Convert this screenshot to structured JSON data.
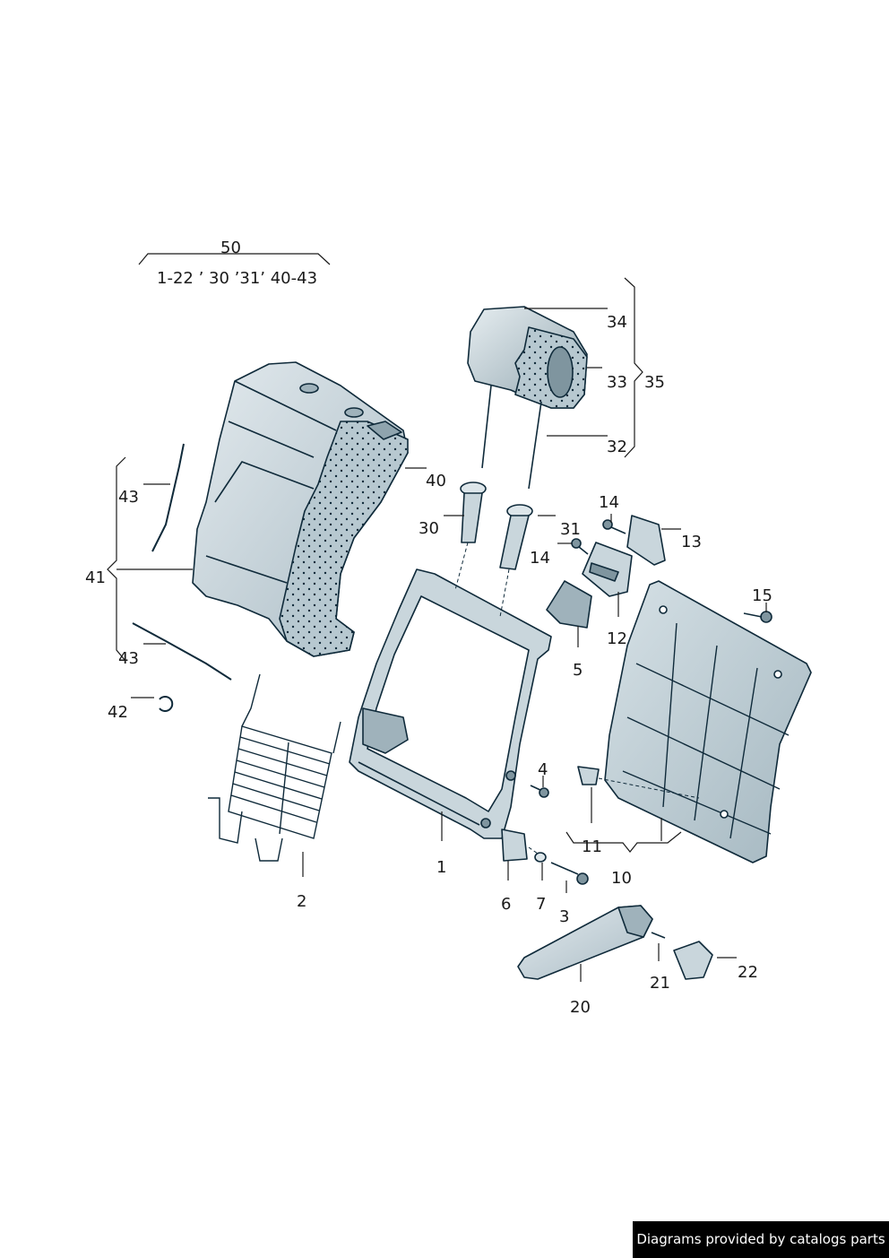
{
  "callouts": {
    "c50": "50",
    "c50_range": "1-22  ’ 30 ’31’ 40-43",
    "c34": "34",
    "c33": "33",
    "c35": "35",
    "c32": "32",
    "c40": "40",
    "c43a": "43",
    "c41": "41",
    "c43b": "43",
    "c42": "42",
    "c30": "30",
    "c31": "31",
    "c14a": "14",
    "c14b": "14",
    "c13": "13",
    "c12": "12",
    "c5": "5",
    "c15": "15",
    "c4": "4",
    "c11": "11",
    "c10": "10",
    "c1": "1",
    "c2": "2",
    "c6": "6",
    "c7": "7",
    "c3": "3",
    "c20": "20",
    "c21": "21",
    "c22": "22"
  },
  "credit": "Diagrams provided by catalogs parts",
  "colors": {
    "part_fill": "#c9d6dc",
    "part_fill_light": "#dde6ea",
    "part_fill_dark": "#9fb2bb",
    "outline": "#0f2a3a",
    "label": "#1a1a1a",
    "credit_bg": "#000000",
    "credit_text": "#ffffff"
  }
}
